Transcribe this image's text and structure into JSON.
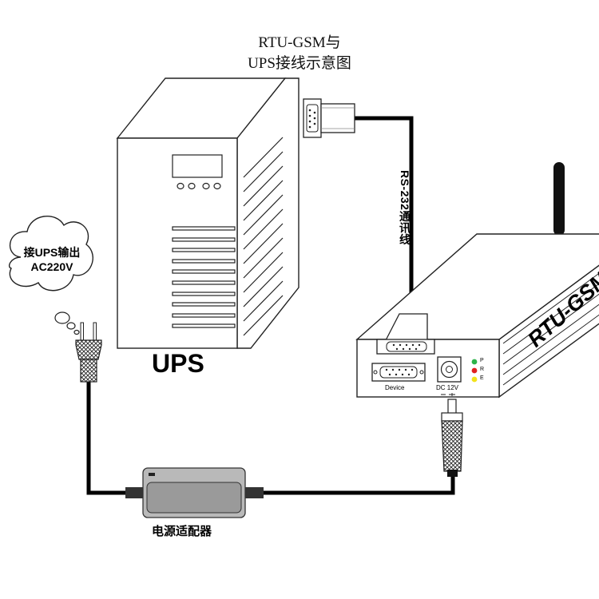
{
  "title": {
    "line1": "RTU-GSM与",
    "line2": "UPS接线示意图"
  },
  "ups": {
    "label": "UPS"
  },
  "bubble": {
    "line1": "接UPS输出",
    "line2": "AC220V"
  },
  "cable": {
    "label": "RS-232通讯线"
  },
  "rtu": {
    "label": "RTU-GSM",
    "device_label": "Device",
    "dc_label": "DC 12V",
    "leds": [
      {
        "letter": "P",
        "color": "#2db34a"
      },
      {
        "letter": "R",
        "color": "#e02020"
      },
      {
        "letter": "E",
        "color": "#f2e21a"
      }
    ]
  },
  "adapter": {
    "label": "电源适配器"
  },
  "colors": {
    "line": "#000000",
    "panel": "#ffffff",
    "adapter_body": "#b9b9b9",
    "adapter_face": "#9a9a9a"
  }
}
